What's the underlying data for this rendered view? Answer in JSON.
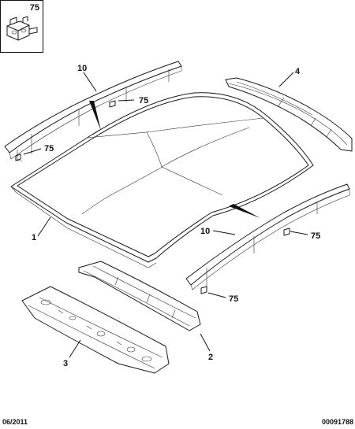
{
  "detail": {
    "label": "75"
  },
  "callouts": {
    "roof_panel": "1",
    "front_crossmember": "2",
    "rear_crossmember": "3",
    "roof_rail": "4",
    "molding_left": "10",
    "molding_right": "10",
    "clip_left_upper": "75",
    "clip_left_lower": "75",
    "clip_right_upper": "75",
    "clip_right_lower": "75"
  },
  "footer": {
    "date": "06/2011",
    "reference": "00091788"
  }
}
